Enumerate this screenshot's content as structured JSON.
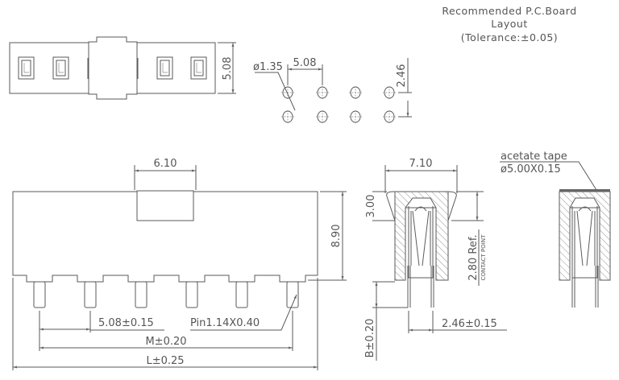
{
  "title": {
    "line1": "Recommended P.C.Board",
    "line2": "Layout",
    "line3": "(Tolerance:±0.05)"
  },
  "top_view": {
    "height_dim": "5.08"
  },
  "pcb_layout": {
    "hole_diameter": "ø1.35",
    "pitch": "5.08",
    "row_spacing": "2.46"
  },
  "front_view": {
    "tab_width": "6.10",
    "height": "8.90",
    "pin_pitch": "5.08±0.15",
    "pin_size": "Pin1.14X0.40",
    "m_dim": "M±0.20",
    "l_dim": "L±0.25"
  },
  "side_view": {
    "width": "7.10",
    "top_depth": "3.00",
    "contact_depth": "2.80 Ref.",
    "contact_label": "CONTACT POINT",
    "pin_length": "B±0.20",
    "pin_spacing": "2.46±0.15"
  },
  "tape_view": {
    "tape_label": "acetate tape",
    "tape_size": "ø5.00X0.15"
  }
}
